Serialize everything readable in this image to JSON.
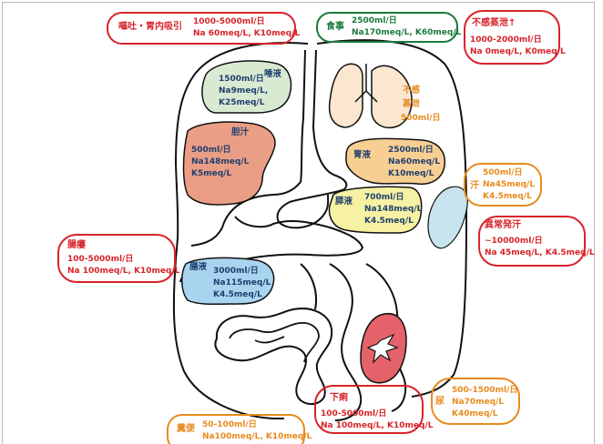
{
  "colors": {
    "red": "#d7232a",
    "green": "#1a7a3a",
    "orange": "#e88a1d",
    "blue_text": "#1f3f6e",
    "saliva_fill": "#d9ead3",
    "bile_fill": "#ea9e86",
    "stomach_fill": "#f8cf93",
    "pancreas_fill": "#f6f1a3",
    "intestine_fill": "#a9d4ef",
    "lung_fill": "#fbe6cf",
    "sweat_fill": "#c7e3ee",
    "kidney_fill": "#e4626a"
  },
  "callouts": {
    "vomit": {
      "title": "嘔吐・胃内吸引",
      "volume": "1000-5000ml/日",
      "electrolytes": "Na 60meq/L, K10meq/L"
    },
    "food": {
      "title": "食事",
      "volume": "2500ml/日",
      "electrolytes": "Na170meq/L, K60meq/L"
    },
    "insensible_increase": {
      "title": "不感蒸泄↑",
      "volume": "1000-2000ml/日",
      "electrolytes": "Na 0meq/L, K0meq/L"
    },
    "fistula": {
      "title": "腸瘻",
      "volume": "100-5000ml/日",
      "electrolytes": "Na 100meq/L, K10meq/L"
    },
    "sweat": {
      "title": "汗",
      "volume": "500ml/日",
      "electrolytes_na": "Na45meq/L",
      "electrolytes_k": "K4.5meq/L"
    },
    "abnormal_sweat": {
      "title": "異常発汗",
      "volume": "~10000ml/日",
      "electrolytes": "Na 45meq/L, K4.5meq/L"
    },
    "diarrhea": {
      "title": "下痢",
      "volume": "100-5000ml/日",
      "electrolytes": "Na 100meq/L, K10meq/L"
    },
    "urine": {
      "title": "尿",
      "volume": "500-1500ml/日",
      "electrolytes_na": "Na70meq/L",
      "electrolytes_k": "K40meq/L"
    },
    "stool": {
      "title": "糞便",
      "volume": "50-100ml/日",
      "electrolytes": "Na100meq/L, K10meq/L"
    }
  },
  "organs": {
    "saliva": {
      "title": "唾液",
      "volume": "1500ml/日",
      "na": "Na9meq/L,",
      "k": "K25meq/L"
    },
    "bile": {
      "title": "胆汁",
      "volume": "500ml/日",
      "na": "Na148meq/L",
      "k": "K5meq/L"
    },
    "stomach": {
      "title": "胃液",
      "volume": "2500ml/日",
      "na": "Na60meq/L",
      "k": "K10meq/L"
    },
    "pancreas": {
      "title": "膵液",
      "volume": "700ml/日",
      "na": "Na148meq/L",
      "k": "K4.5meq/L"
    },
    "intestine": {
      "title": "腸液",
      "volume": "3000ml/日",
      "na": "Na115meq/L",
      "k": "K4.5meq/L"
    },
    "lung": {
      "title_1": "不感",
      "title_2": "蒸泄",
      "volume": "500ml/日"
    }
  }
}
